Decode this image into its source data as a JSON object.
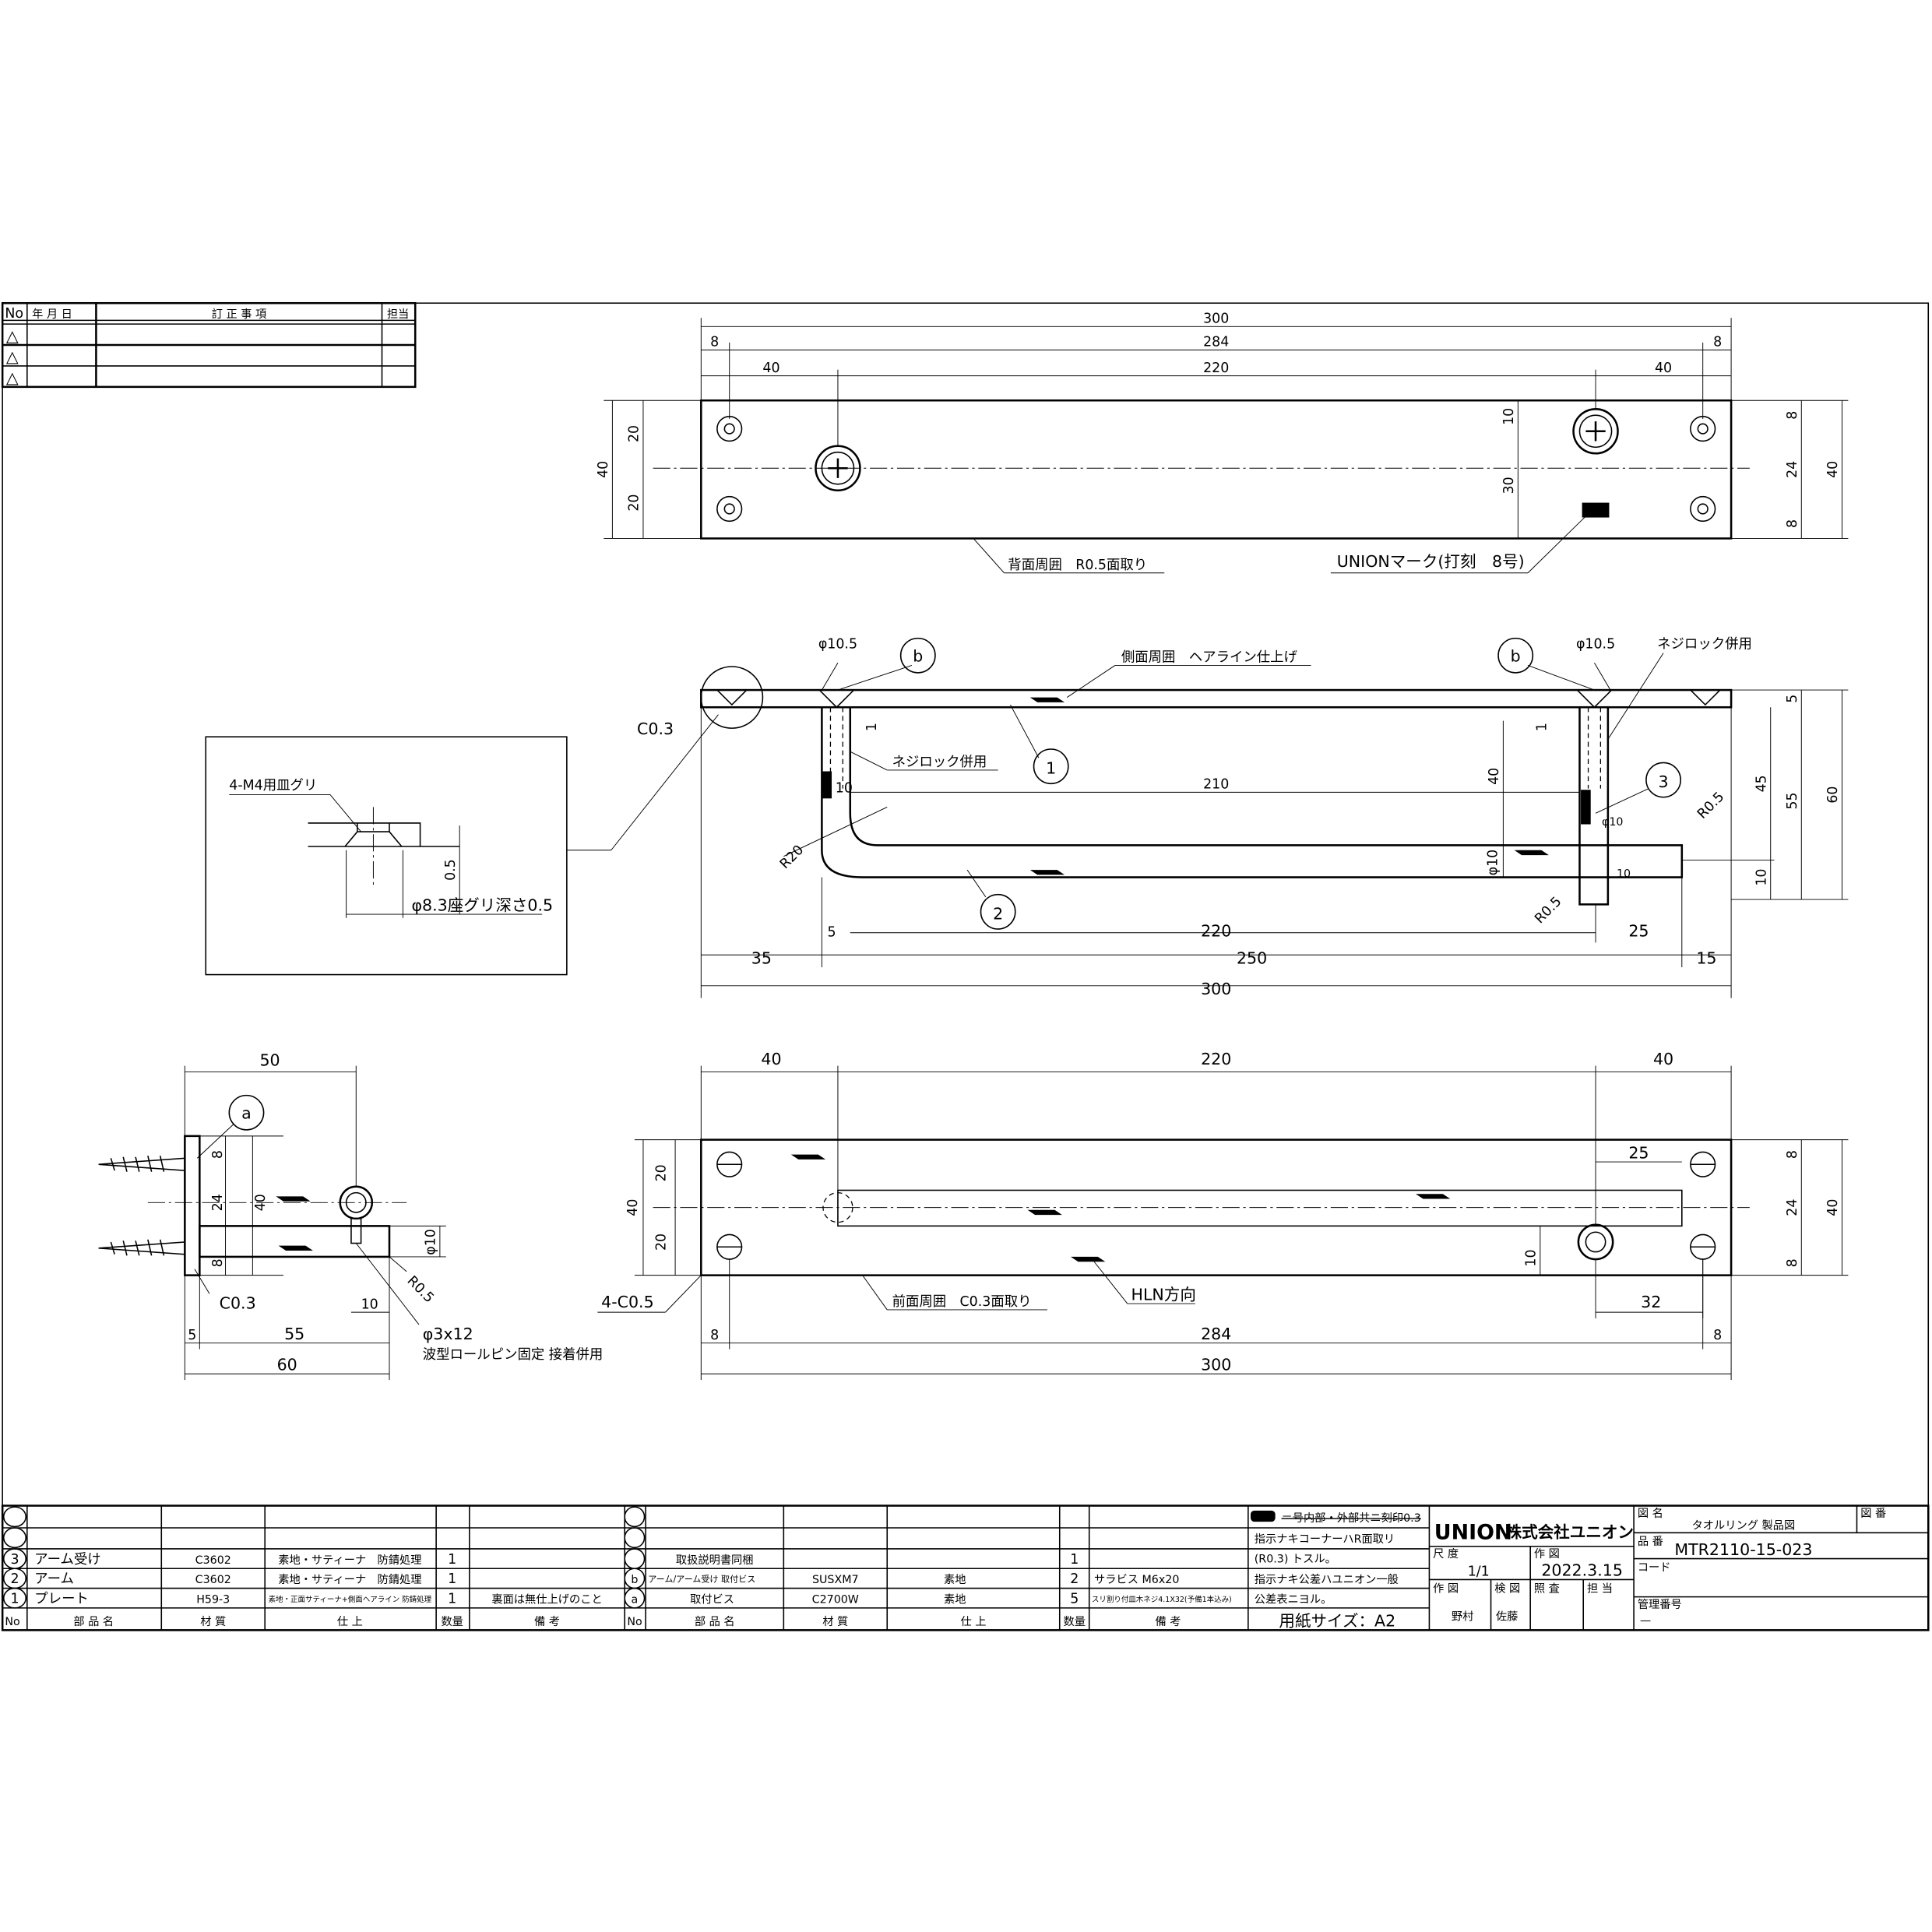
{
  "revision_table": {
    "headers": [
      "No",
      "年 月 日",
      "訂 正 事 項",
      "担当"
    ],
    "rows": [
      "△",
      "△",
      "△"
    ]
  },
  "top_view": {
    "dims": [
      "300",
      "284",
      "8",
      "8",
      "40",
      "220",
      "40",
      "40",
      "20",
      "20",
      "10",
      "30",
      "8",
      "24",
      "8",
      "40"
    ],
    "note_back": "背面周囲　R0.5面取り",
    "note_mark": "UNIONマーク(打刻　8号)",
    "mark_text": "UNION"
  },
  "front_view": {
    "phi_left": "φ10.5",
    "phi_right": "φ10.5",
    "ref_b": "b",
    "note_side": "側面周囲　ヘアライン仕上げ",
    "note_lock_left": "ネジロック併用",
    "note_lock_right": "ネジロック併用",
    "chamfer": "C0.3",
    "balloons": [
      "1",
      "2",
      "3"
    ],
    "dims": [
      "210",
      "40",
      "1",
      "1",
      "R20",
      "φ10",
      "φ10",
      "R0.5",
      "R0.5",
      "10",
      "5",
      "220",
      "25",
      "35",
      "250",
      "15",
      "300",
      "5",
      "45",
      "55",
      "60",
      "10",
      "10"
    ]
  },
  "detail": {
    "note_counterbore": "4-M4用皿グリ",
    "depth": "0.5",
    "note_seat": "φ8.3座グリ深さ0.5"
  },
  "side_view": {
    "ref_a": "a",
    "dims": [
      "50",
      "8",
      "24",
      "40",
      "8",
      "φ10",
      "R0.5",
      "C0.3",
      "10",
      "5",
      "55",
      "60"
    ],
    "pin": "φ3x12",
    "pin_note": "波型ロールピン固定 接着併用"
  },
  "bottom_view": {
    "dims": [
      "40",
      "220",
      "40",
      "20",
      "20",
      "40",
      "25",
      "8",
      "24",
      "8",
      "40",
      "10",
      "32",
      "8",
      "284",
      "8",
      "300"
    ],
    "chamfer": "4-C0.5",
    "note_front": "前面周囲　C0.3面取り",
    "note_hln": "HLN方向"
  },
  "parts_left": {
    "headers": [
      "No",
      "部 品 名",
      "材 質",
      "仕 上",
      "数量",
      "備 考"
    ],
    "rows": [
      {
        "no": "",
        "name": "",
        "material": "",
        "finish": "",
        "qty": "",
        "remarks": ""
      },
      {
        "no": "",
        "name": "",
        "material": "",
        "finish": "",
        "qty": "",
        "remarks": ""
      },
      {
        "no": "3",
        "name": "アーム受け",
        "material": "C3602",
        "finish": "素地・サティーナ　防錆処理",
        "qty": "1",
        "remarks": ""
      },
      {
        "no": "2",
        "name": "アーム",
        "material": "C3602",
        "finish": "素地・サティーナ　防錆処理",
        "qty": "1",
        "remarks": ""
      },
      {
        "no": "1",
        "name": "プレート",
        "material": "H59-3",
        "finish": "素地・正面サティーナ+側面ヘアライン 防錆処理",
        "qty": "1",
        "remarks": "裏面は無仕上げのこと"
      }
    ]
  },
  "parts_right": {
    "headers": [
      "No",
      "部 品 名",
      "材 質",
      "仕 上",
      "数量",
      "備 考"
    ],
    "rows": [
      {
        "no": "",
        "name": "",
        "material": "",
        "finish": "",
        "qty": "",
        "remarks": ""
      },
      {
        "no": "",
        "name": "",
        "material": "",
        "finish": "",
        "qty": "",
        "remarks": ""
      },
      {
        "no": "",
        "name": "取扱説明書同梱",
        "material": "",
        "finish": "",
        "qty": "1",
        "remarks": ""
      },
      {
        "no": "b",
        "name": "アーム/アーム受け 取付ビス",
        "material": "SUSXM7",
        "finish": "素地",
        "qty": "2",
        "remarks": "サラビス M6x20"
      },
      {
        "no": "a",
        "name": "取付ビス",
        "material": "C2700W",
        "finish": "素地",
        "qty": "5",
        "remarks": "スリ割り付皿木ネジ4.1X32(予備1本込み)"
      }
    ]
  },
  "general_notes": [
    "＝号内部・外部共ニ刻印0.3",
    "指示ナキコーナーハR面取リ",
    "(R0.3) トスル。",
    "指示ナキ公差ハユニオン一般",
    "公差表ニヨル。"
  ],
  "paper_size": "用紙サイズ：A2",
  "title_block": {
    "logo_text": "UNION",
    "company": "株式会社ユニオン",
    "scale_label": "尺 度",
    "scale": "1/1",
    "drawn_date_label": "作 図",
    "drawn_date": "2022.3.15",
    "drawn_by_label": "作 図",
    "checked_label": "検 図",
    "approved_label": "照 査",
    "charge_label": "担 当",
    "drawn_by": "野村",
    "checked_by": "佐藤",
    "title_label": "図 名",
    "title": "タオルリング 製品図",
    "drawing_no_label": "図 番",
    "part_no_label": "品 番",
    "part_no": "MTR2110-15-023",
    "code_label": "コード",
    "mgmt_label": "管理番号",
    "mgmt_no": "—"
  }
}
